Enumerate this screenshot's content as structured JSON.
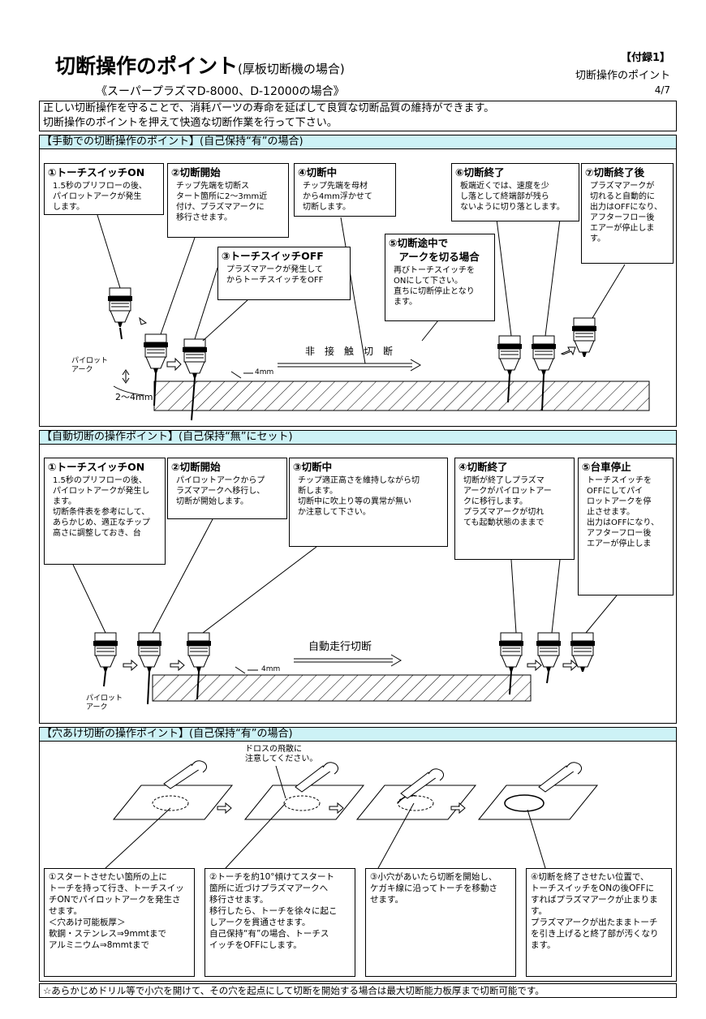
{
  "header": {
    "title_main": "切断操作のポイント",
    "title_sub": "(厚板切断機の場合)",
    "subtitle": "《スーパープラズマD-8000、D-12000の場合》",
    "appendix": "【付録1】",
    "appendix_title": "切断操作のポイント",
    "page": "4/7"
  },
  "intro": {
    "line1": "正しい切断操作を守ることで、消耗パーツの寿命を延ばして良質な切断品質の維持ができます。",
    "line2": "切断操作のポイントを押えて快適な切断作業を行って下さい。"
  },
  "manual": {
    "heading": "【手動での切断操作のポイント】(自己保持“有”の場合)",
    "steps": [
      {
        "title": "①トーチスイッチON",
        "text": "1.5秒のプリフローの後、\nパイロットアークが発生\nします。"
      },
      {
        "title": "②切断開始",
        "text": "チップ先端を切断ス\nタート箇所に2～3mm近\n付け、プラズマアークに\n移行させます。"
      },
      {
        "title": "③トーチスイッチOFF",
        "text": "プラズマアークが発生して\nからトーチスイッチをOFF"
      },
      {
        "title": "④切断中",
        "text": "チップ先端を母材\nから4mm浮かせて\n切断します。"
      },
      {
        "title": "⑤切断途中で\n　アークを切る場合",
        "text": "再びトーチスイッチを\nONにして下さい。\n直ちに切断停止となり\nます。"
      },
      {
        "title": "⑥切断終了",
        "text": "板端近くでは、速度を少\nし落として終端部が残ら\nないように切り落とします。"
      },
      {
        "title": "⑦切断終了後",
        "text": "プラズマアークが\n切れると自動的に\n出力はOFFになり、\nアフターフロー後\nエアーが停止しま\nす。"
      }
    ],
    "label_pilot": "パイロット\nアーク",
    "label_gap": "2～4mm",
    "label_4mm": "4mm",
    "label_noncontact": "非　接　触　切　断"
  },
  "auto": {
    "heading": "【自動切断の操作ポイント】(自己保持“無”にセット)",
    "steps": [
      {
        "title": "①トーチスイッチON",
        "text": "1.5秒のプリフローの後、\nパイロットアークが発生し\nます。\n切断条件表を参考にして、\nあらかじめ、適正なチップ\n高さに調整しておき、台"
      },
      {
        "title": "②切断開始",
        "text": "パイロットアークからプ\nラズマアークへ移行し、\n切断が開始します。"
      },
      {
        "title": "③切断中",
        "text": "チップ適正高さを維持しながら切\n断します。\n切断中に吹上り等の異常が無い\nか注意して下さい。"
      },
      {
        "title": "④切断終了",
        "text": "切断が終了しプラズマ\nアークがパイロットアー\nクに移行します。\nプラズマアークが切れ\nても起動状態のままで"
      },
      {
        "title": "⑤台車停止",
        "text": "トーチスイッチを\nOFFにしてパイ\nロットアークを停\n止させます。\n出力はOFFになり、\nアフターフロー後\nエアーが停止しま"
      }
    ],
    "label_pilot": "パイロット\nアーク",
    "label_4mm": "4mm",
    "label_auto": "自動走行切断"
  },
  "pierce": {
    "heading": "【穴あけ切断の操作ポイント】(自己保持“有”の場合)",
    "dross_note": "ドロスの飛散に\n注意してください。",
    "steps": [
      {
        "text": "①スタートさせたい箇所の上に\nトーチを持って行き、トーチスイッ\nチONでパイロットアークを発生さ\nせます。\n＜穴あけ可能板厚＞\n軟鋼・ステンレス⇒9mmtまで\nアルミニウム⇒8mmtまで"
      },
      {
        "text": "②トーチを約10°傾けてスタート\n箇所に近づけプラズマアークへ\n移行させます。\n移行したら、トーチを徐々に起こ\nしアークを貫通させます。\n自己保持“有”の場合、トーチス\nイッチをOFFにします。"
      },
      {
        "text": "③小穴があいたら切断を開始し、\nケガキ線に沿ってトーチを移動さ\nせます。"
      },
      {
        "text": "④切断を終了させたい位置で、\nトーチスイッチをONの後OFFに\nすればプラズマアークが止まりま\nす。\nプラズマアークが出たままトーチ\nを引き上げると終了部が汚くなり\nます。"
      }
    ]
  },
  "footer": "☆あらかじめドリル等で小穴を開けて、その穴を起点にして切断を開始する場合は最大切断能力板厚まで切断可能です。"
}
